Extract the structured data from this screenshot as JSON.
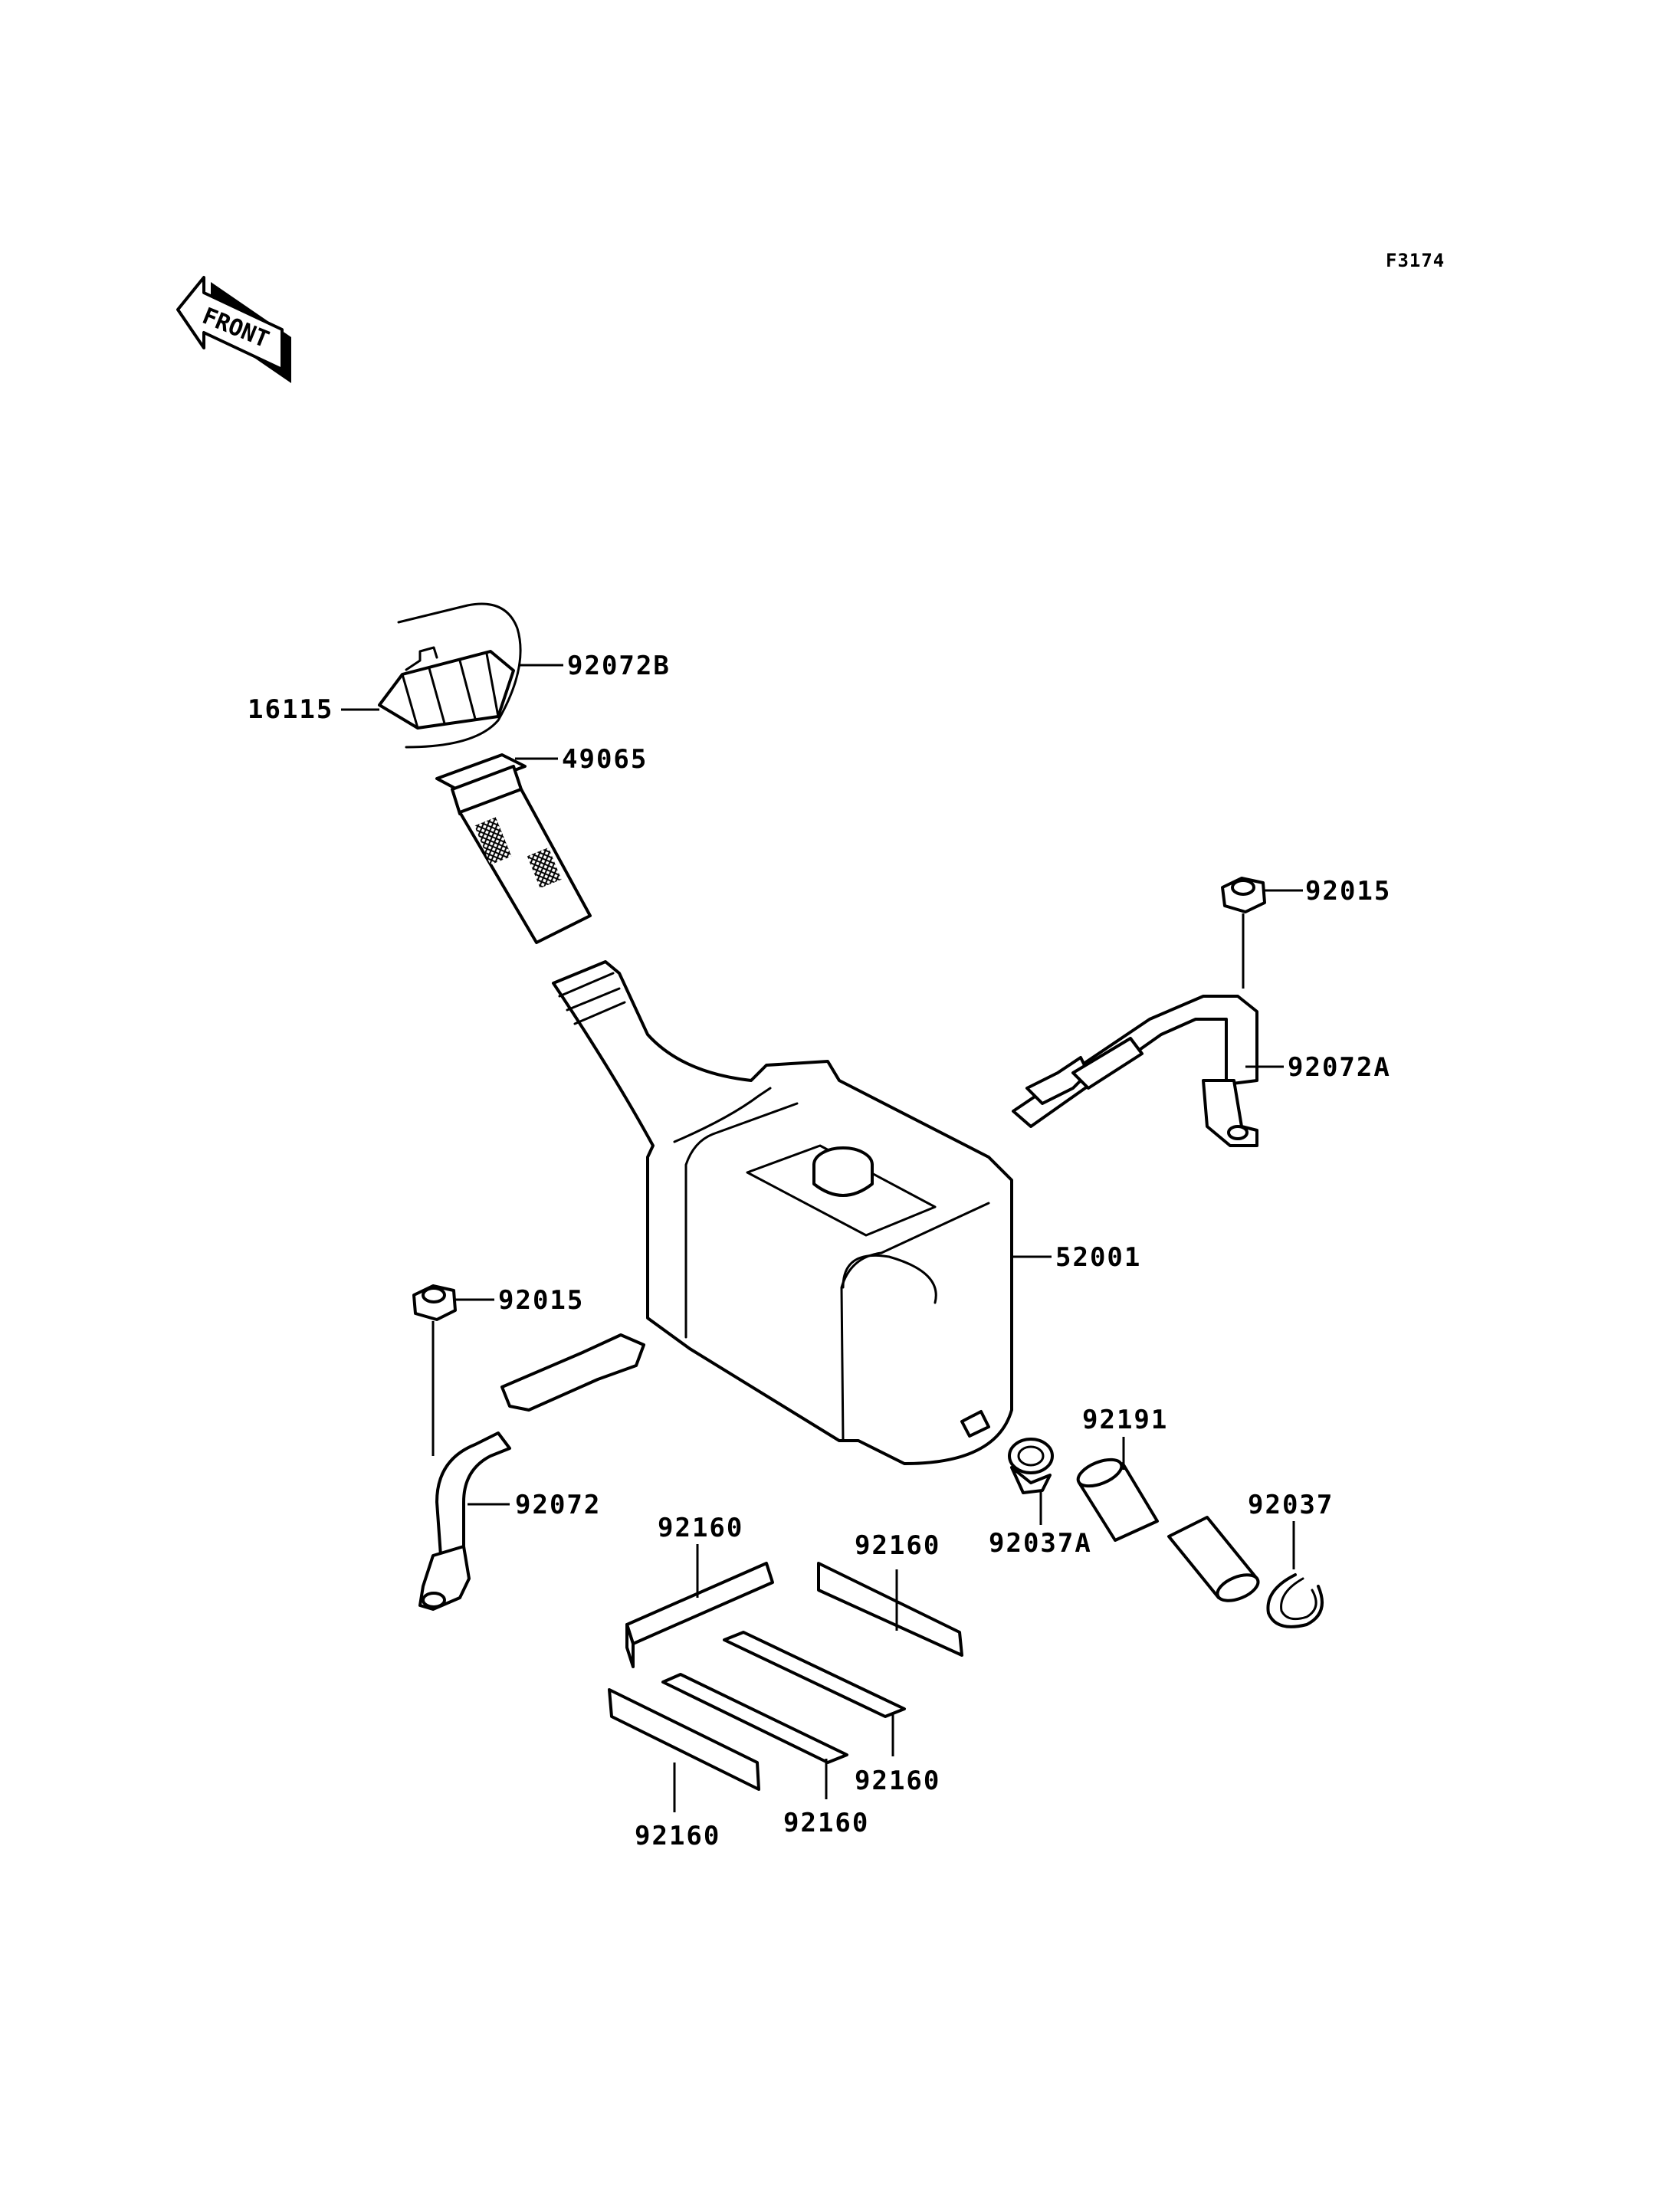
{
  "figure_code": "F3174",
  "front_indicator": "FRONT",
  "parts": {
    "p16115": "16115",
    "p92072B": "92072B",
    "p49065": "49065",
    "p92015_right": "92015",
    "p92072A": "92072A",
    "p52001": "52001",
    "p92015_left": "92015",
    "p92072": "92072",
    "p92191": "92191",
    "p92037": "92037",
    "p92037A": "92037A",
    "p92160_a": "92160",
    "p92160_b": "92160",
    "p92160_c": "92160",
    "p92160_d": "92160",
    "p92160_e": "92160"
  }
}
